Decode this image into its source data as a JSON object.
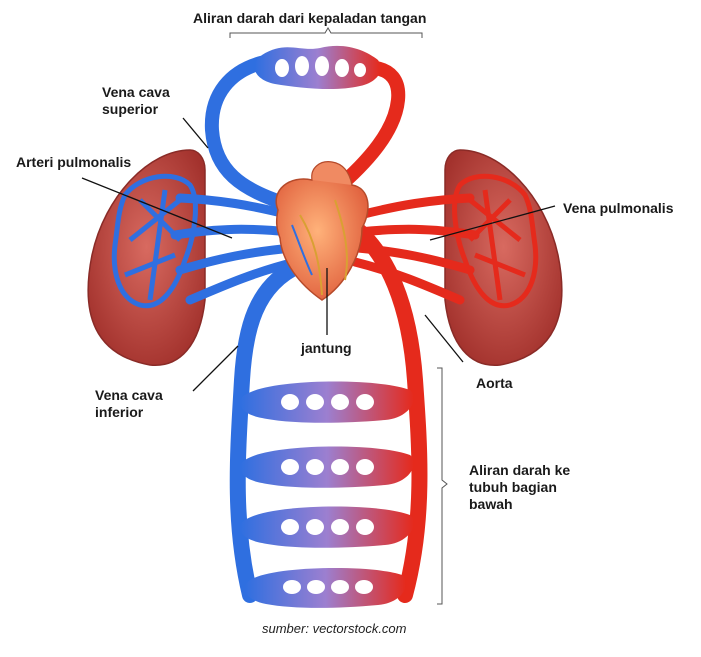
{
  "labels": {
    "top": "Aliran darah dari kepaladan tangan",
    "vena_cava_superior": [
      "Vena cava",
      "superior"
    ],
    "arteri_pulmonalis": "Arteri pulmonalis",
    "vena_pulmonalis": "Vena pulmonalis",
    "jantung": "jantung",
    "aorta": "Aorta",
    "vena_cava_inferior": [
      "Vena cava",
      "inferior"
    ],
    "lower_body": [
      "Aliran darah ke",
      "tubuh bagian",
      "bawah"
    ]
  },
  "source": "sumber:  vectorstock.com",
  "colors": {
    "vein_blue": "#2f6fe0",
    "artery_red": "#e52a1c",
    "lung": "#b9413a",
    "heart": "#f07a55"
  }
}
